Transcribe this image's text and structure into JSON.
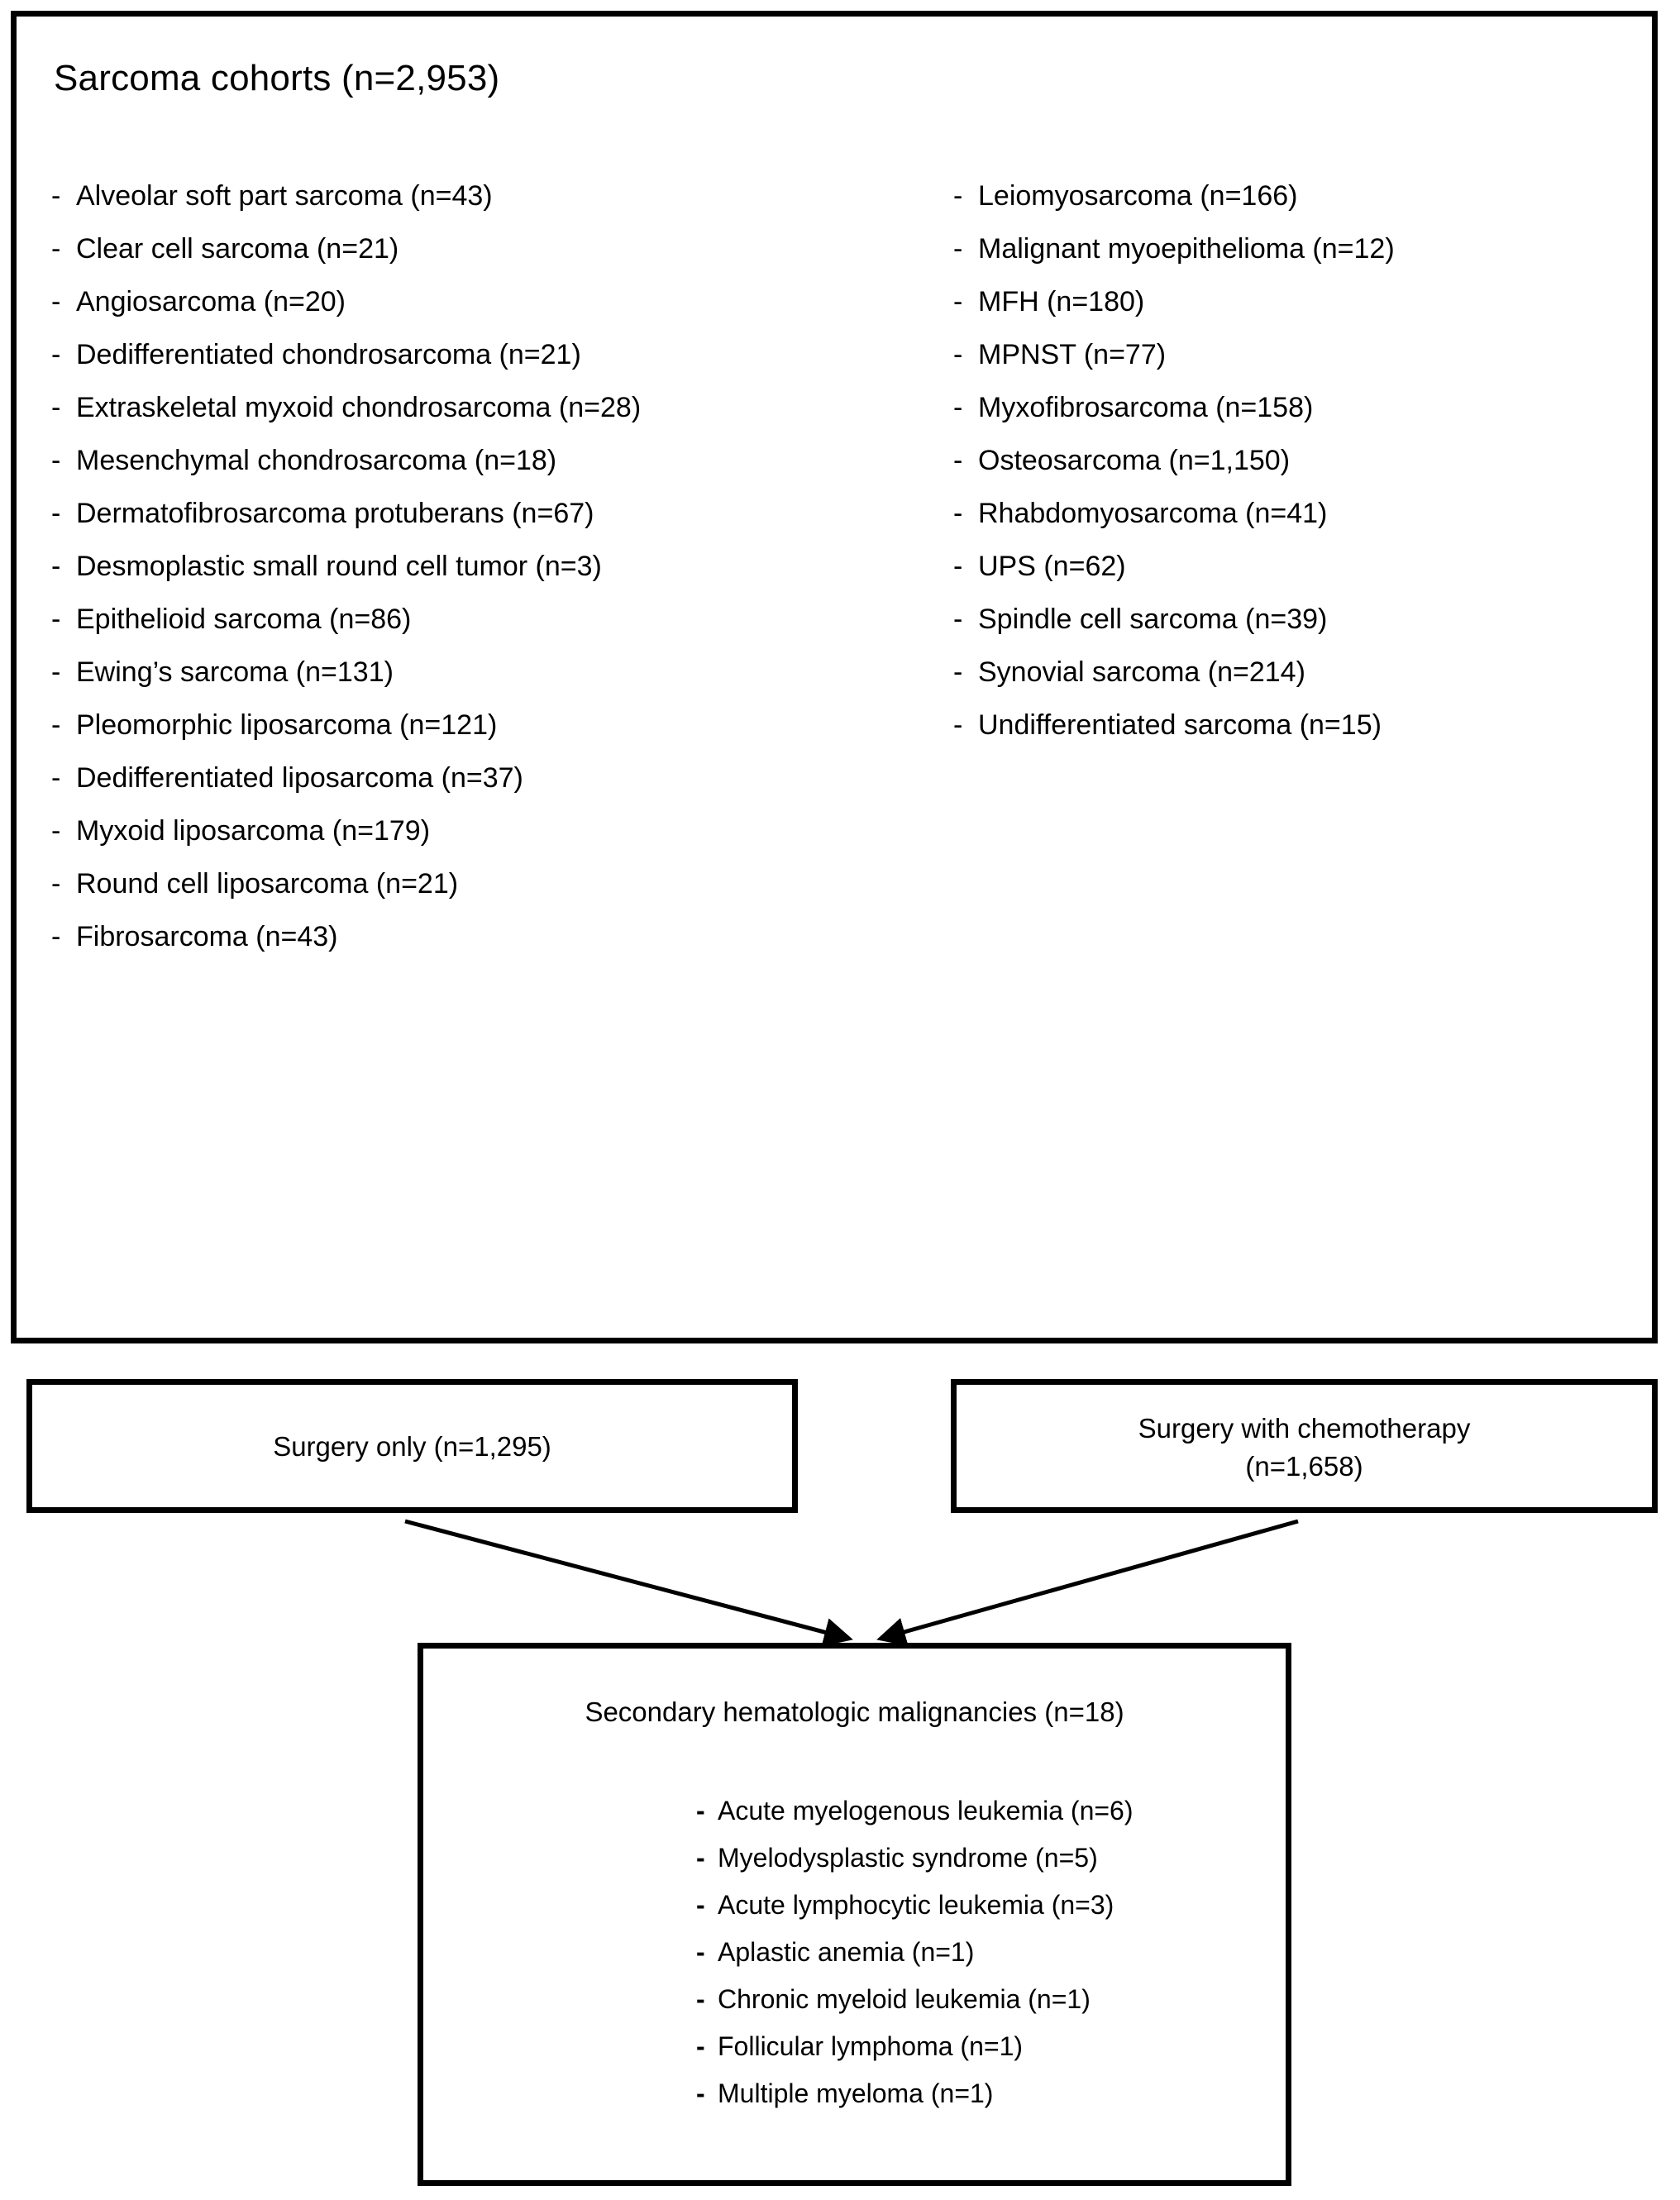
{
  "cohort": {
    "title": "Sarcoma cohorts (n=2,953)",
    "bullet": "-",
    "left_column": [
      "Alveolar soft part sarcoma (n=43)",
      "Clear cell sarcoma (n=21)",
      "Angiosarcoma (n=20)",
      "Dedifferentiated chondrosarcoma (n=21)",
      "Extraskeletal myxoid chondrosarcoma (n=28)",
      "Mesenchymal chondrosarcoma (n=18)",
      "Dermatofibrosarcoma protuberans (n=67)",
      "Desmoplastic small round cell tumor (n=3)",
      "Epithelioid sarcoma (n=86)",
      "Ewing’s sarcoma (n=131)",
      "Pleomorphic liposarcoma (n=121)",
      "Dedifferentiated liposarcoma (n=37)",
      "Myxoid liposarcoma (n=179)",
      "Round cell liposarcoma (n=21)",
      "Fibrosarcoma (n=43)"
    ],
    "right_column": [
      "Leiomyosarcoma (n=166)",
      "Malignant myoepithelioma (n=12)",
      "MFH (n=180)",
      "MPNST (n=77)",
      "Myxofibrosarcoma (n=158)",
      "Osteosarcoma (n=1,150)",
      "Rhabdomyosarcoma (n=41)",
      "UPS (n=62)",
      "Spindle cell sarcoma (n=39)",
      "Synovial sarcoma (n=214)",
      "Undifferentiated sarcoma (n=15)"
    ]
  },
  "treatment": {
    "surgery_only": "Surgery only (n=1,295)",
    "surgery_chemo_line1": "Surgery with chemotherapy",
    "surgery_chemo_line2": "(n=1,658)"
  },
  "outcome": {
    "title": "Secondary hematologic malignancies (n=18)",
    "bullet": "-",
    "items": [
      "Acute myelogenous leukemia (n=6)",
      "Myelodysplastic syndrome (n=5)",
      "Acute lymphocytic leukemia (n=3)",
      "Aplastic anemia (n=1)",
      "Chronic myeloid leukemia (n=1)",
      "Follicular lymphoma (n=1)",
      "Multiple myeloma (n=1)"
    ]
  },
  "colors": {
    "stroke": "#000000",
    "background": "#ffffff",
    "text": "#000000"
  }
}
